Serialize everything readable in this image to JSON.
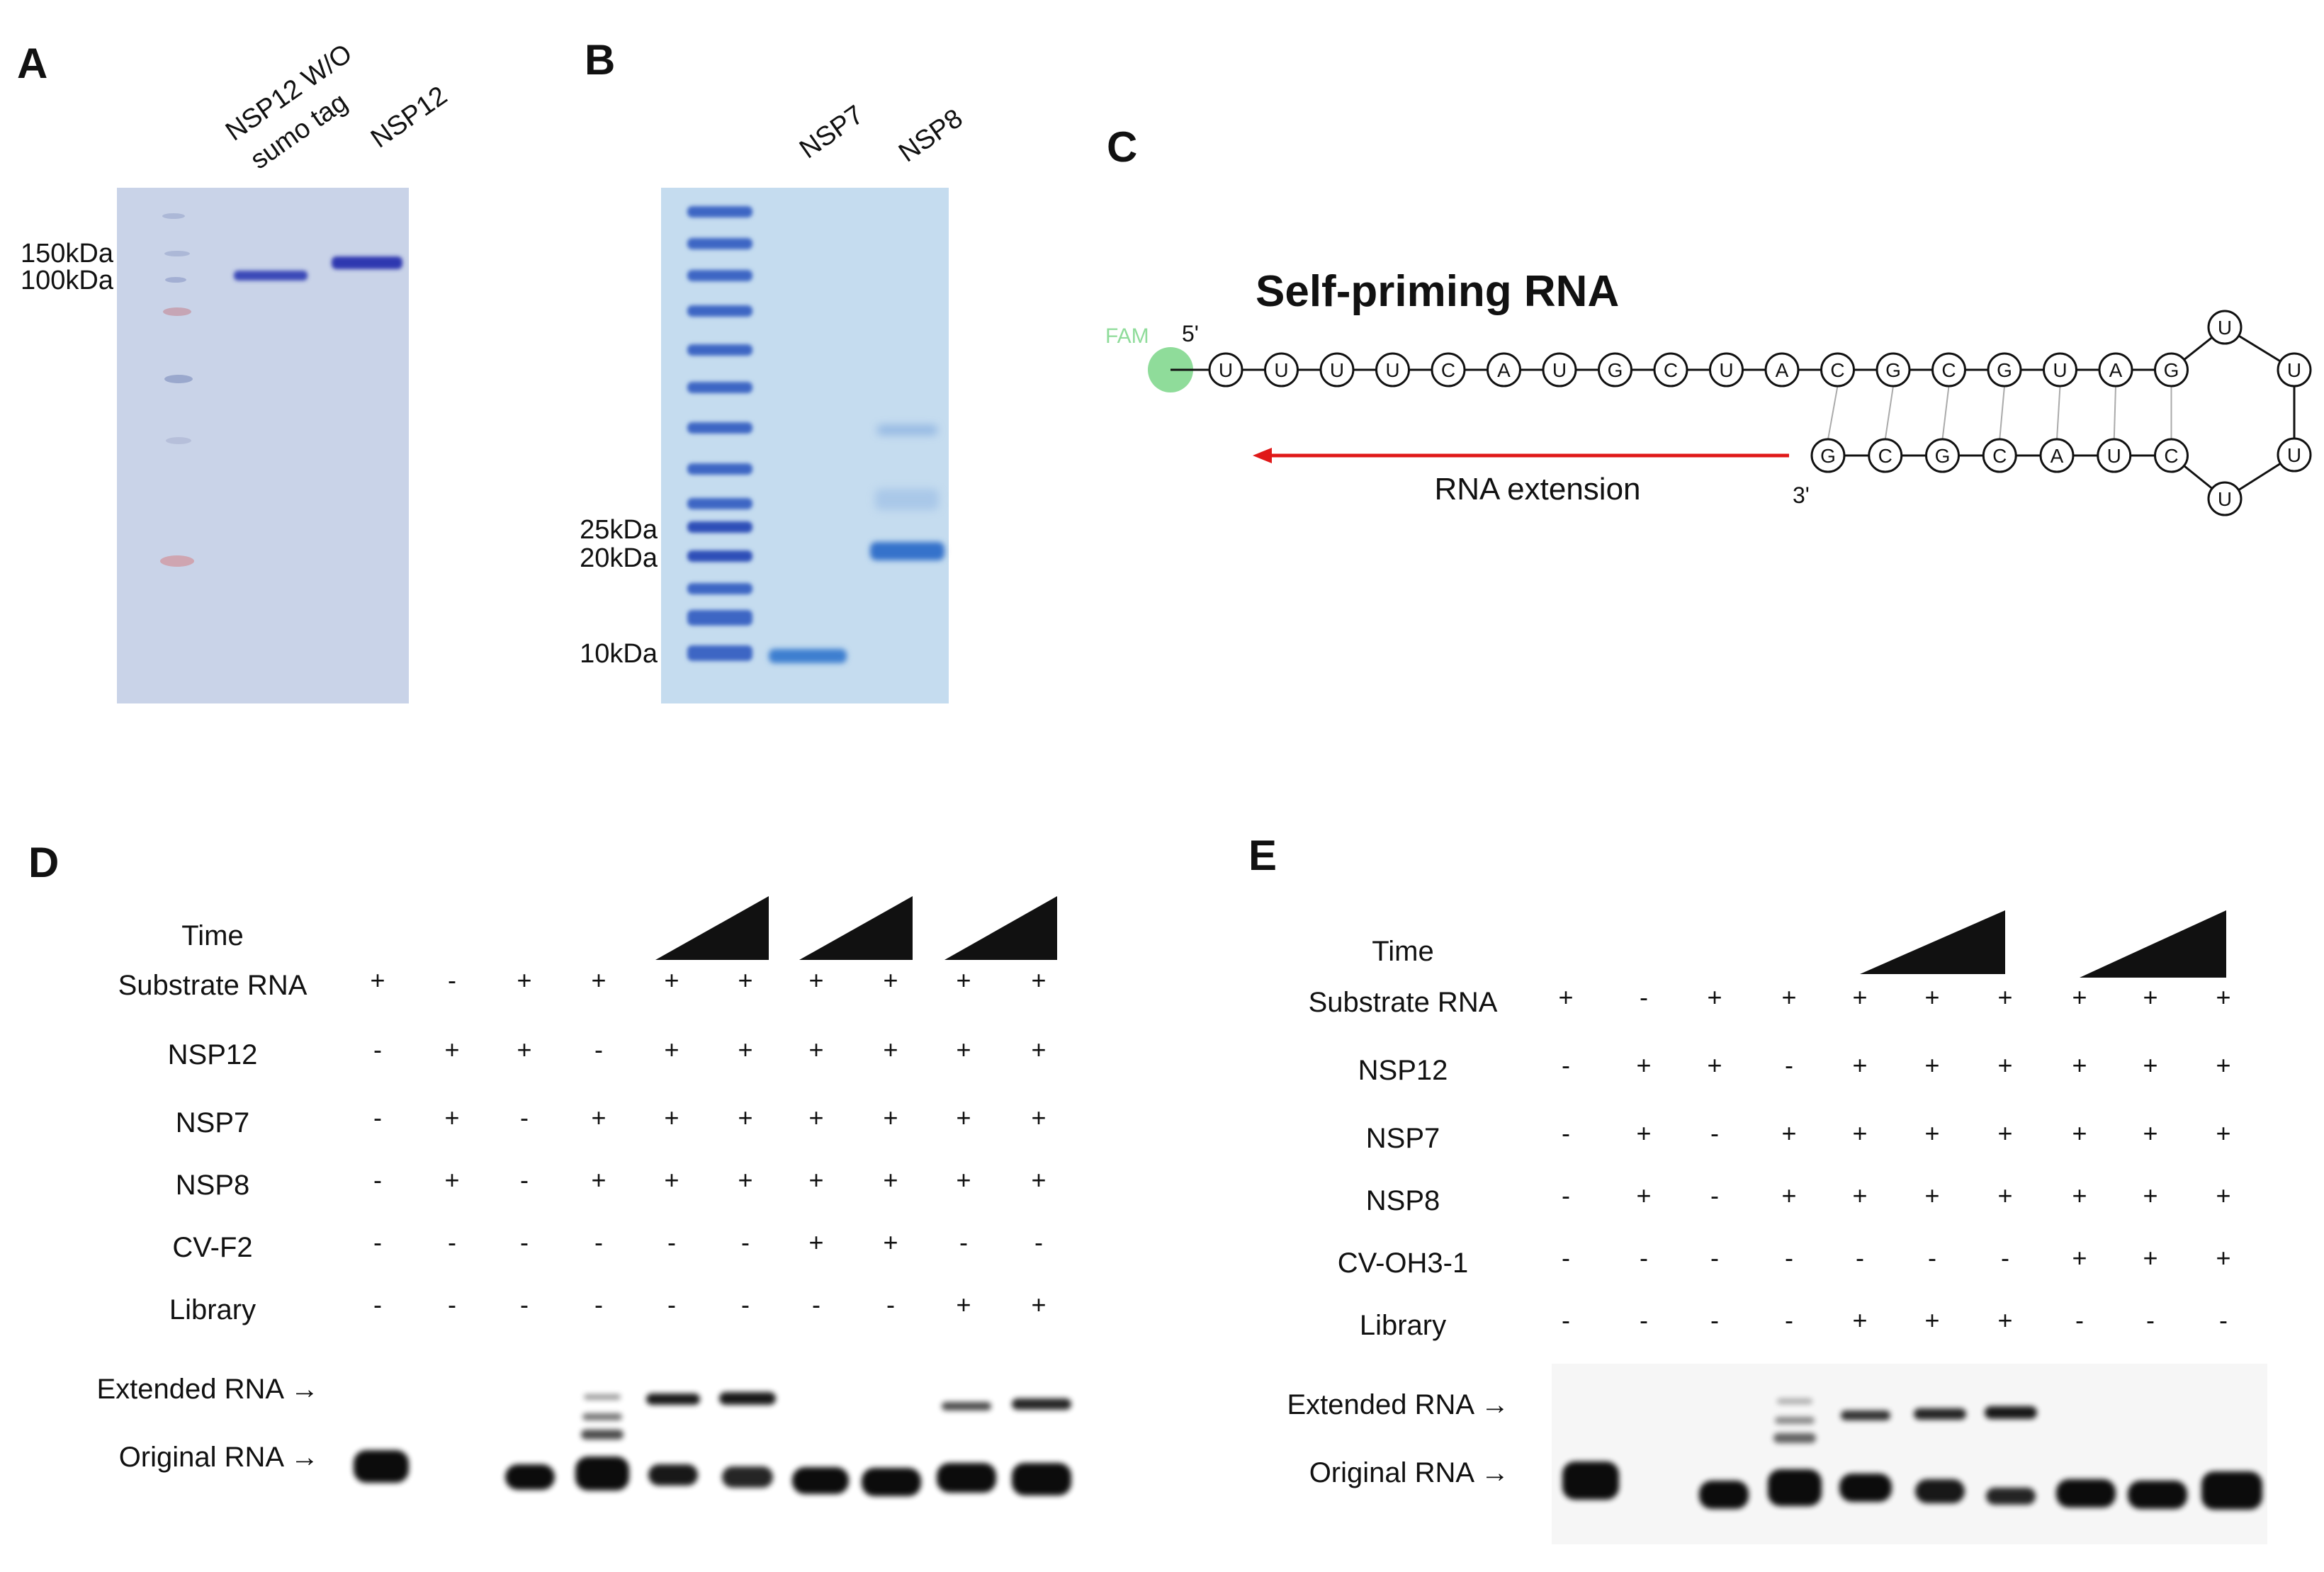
{
  "colors": {
    "coomassie": "#2f3fb3",
    "ladder": "#3d66c4",
    "fam": "#8fdc9a",
    "arrow": "#e01818"
  },
  "panelA": {
    "letter": "A",
    "lanes": [
      "NSP12 W/O",
      "sumo tag",
      "NSP12"
    ],
    "markers": [
      "150kDa",
      "100kDa"
    ]
  },
  "panelB": {
    "letter": "B",
    "lanes": [
      "NSP7",
      "NSP8"
    ],
    "markers": [
      "25kDa",
      "20kDa",
      "10kDa"
    ]
  },
  "panelC": {
    "letter": "C",
    "title": "Self-priming RNA",
    "fam": "FAM",
    "five_prime": "5'",
    "three_prime": "3'",
    "extension": "RNA extension",
    "top_strand": [
      "U",
      "U",
      "U",
      "U",
      "C",
      "A",
      "U",
      "G",
      "C",
      "U",
      "A",
      "C",
      "G",
      "C",
      "G",
      "U",
      "A",
      "G"
    ],
    "loop": [
      "U",
      "U",
      "U",
      "U"
    ],
    "bottom_strand": [
      "G",
      "C",
      "G",
      "C",
      "A",
      "U",
      "C"
    ]
  },
  "panelD": {
    "letter": "D",
    "rows": [
      {
        "label": "Time"
      },
      {
        "label": "Substrate RNA",
        "signs": [
          "+",
          "-",
          "+",
          "+",
          "+",
          "+",
          "+",
          "+",
          "+",
          "+"
        ]
      },
      {
        "label": "NSP12",
        "signs": [
          "-",
          "+",
          "+",
          "-",
          "+",
          "+",
          "+",
          "+",
          "+",
          "+"
        ]
      },
      {
        "label": "NSP7",
        "signs": [
          "-",
          "+",
          "-",
          "+",
          "+",
          "+",
          "+",
          "+",
          "+",
          "+"
        ]
      },
      {
        "label": "NSP8",
        "signs": [
          "-",
          "+",
          "-",
          "+",
          "+",
          "+",
          "+",
          "+",
          "+",
          "+"
        ]
      },
      {
        "label": "CV-F2",
        "signs": [
          "-",
          "-",
          "-",
          "-",
          "-",
          "-",
          "+",
          "+",
          "-",
          "-"
        ]
      },
      {
        "label": "Library",
        "signs": [
          "-",
          "-",
          "-",
          "-",
          "-",
          "-",
          "-",
          "-",
          "+",
          "+"
        ]
      }
    ],
    "extended": "Extended RNA →",
    "original": "Original RNA →"
  },
  "panelE": {
    "letter": "E",
    "rows": [
      {
        "label": "Time"
      },
      {
        "label": "Substrate RNA",
        "signs": [
          "+",
          "-",
          "+",
          "+",
          "+",
          "+",
          "+",
          "+",
          "+",
          "+"
        ]
      },
      {
        "label": "NSP12",
        "signs": [
          "-",
          "+",
          "+",
          "-",
          "+",
          "+",
          "+",
          "+",
          "+",
          "+"
        ]
      },
      {
        "label": "NSP7",
        "signs": [
          "-",
          "+",
          "-",
          "+",
          "+",
          "+",
          "+",
          "+",
          "+",
          "+"
        ]
      },
      {
        "label": "NSP8",
        "signs": [
          "-",
          "+",
          "-",
          "+",
          "+",
          "+",
          "+",
          "+",
          "+",
          "+"
        ]
      },
      {
        "label": "CV-OH3-1",
        "signs": [
          "-",
          "-",
          "-",
          "-",
          "-",
          "-",
          "-",
          "+",
          "+",
          "+"
        ]
      },
      {
        "label": "Library",
        "signs": [
          "-",
          "-",
          "-",
          "-",
          "+",
          "+",
          "+",
          "-",
          "-",
          "-"
        ]
      }
    ],
    "extended": "Extended RNA →",
    "original": "Original RNA →"
  }
}
